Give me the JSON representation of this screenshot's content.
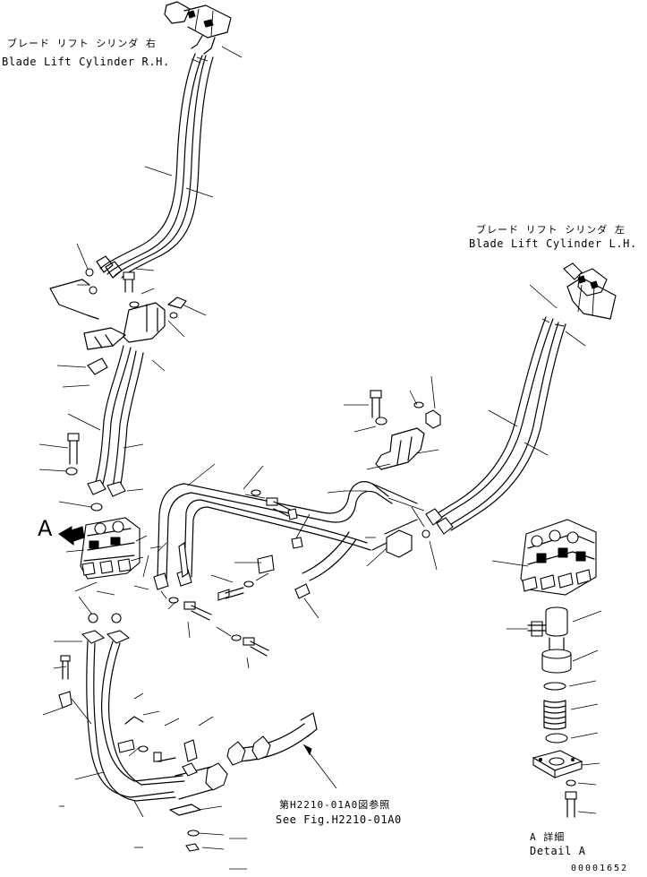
{
  "labels": {
    "rh_jp": "ブレード リフト シリンダ 右",
    "rh_en": "Blade Lift Cylinder R.H.",
    "lh_jp": "ブレード リフト シリンダ 左",
    "lh_en": "Blade Lift Cylinder L.H.",
    "see_jp": "第H2210-01A0図参照",
    "see_en": "See Fig.H2210-01A0",
    "detail_jp": "A 詳細",
    "detail_en": "Detail A",
    "view_marker": "A",
    "doc_number": "00001652"
  }
}
